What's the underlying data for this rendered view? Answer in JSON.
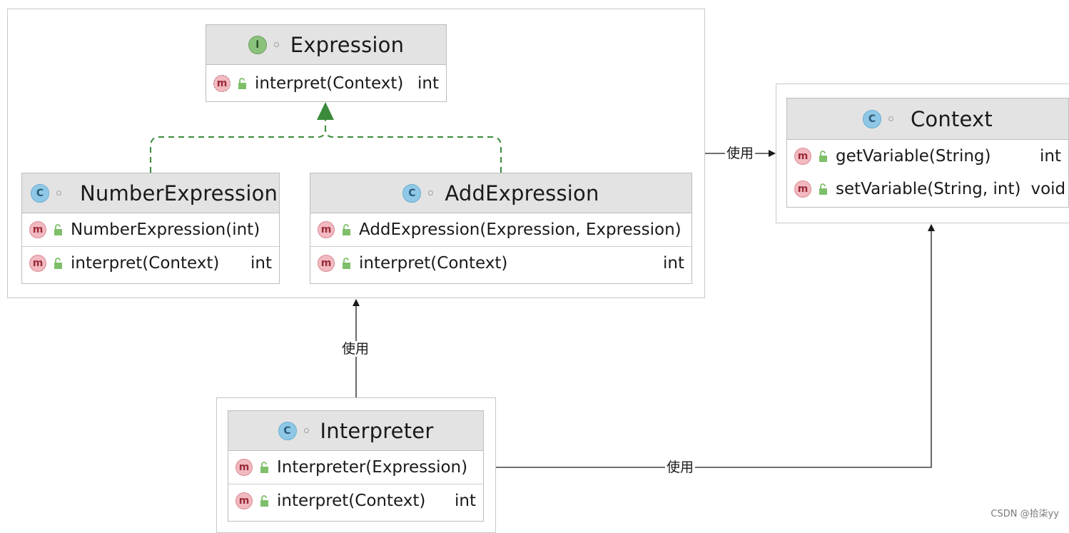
{
  "classes": {
    "expression": {
      "kind_badge": "I",
      "name": "Expression",
      "members": [
        {
          "sig": "interpret(Context)",
          "type": "int"
        }
      ]
    },
    "number_expression": {
      "kind_badge": "C",
      "name": "NumberExpression",
      "members": [
        {
          "sig": "NumberExpression(int)",
          "type": ""
        },
        {
          "sig": "interpret(Context)",
          "type": "int"
        }
      ]
    },
    "add_expression": {
      "kind_badge": "C",
      "name": "AddExpression",
      "members": [
        {
          "sig": "AddExpression(Expression, Expression)",
          "type": ""
        },
        {
          "sig": "interpret(Context)",
          "type": "int"
        }
      ]
    },
    "context": {
      "kind_badge": "C",
      "name": "Context",
      "members": [
        {
          "sig": "getVariable(String)",
          "type": "int"
        },
        {
          "sig": "setVariable(String, int)",
          "type": "void"
        }
      ]
    },
    "interpreter": {
      "kind_badge": "C",
      "name": "Interpreter",
      "members": [
        {
          "sig": "Interpreter(Expression)",
          "type": ""
        },
        {
          "sig": "interpret(Context)",
          "type": "int"
        }
      ]
    }
  },
  "method_badge": "m",
  "edges": {
    "expressions_to_context": "使用",
    "interpreter_to_expressions": "使用",
    "interpreter_to_context": "使用"
  },
  "watermark": "CSDN @拾柒yy",
  "colors": {
    "implements_line": "#3a8a3a",
    "dependency_line": "#1a1a1a",
    "header_bg": "#e3e3e3"
  }
}
